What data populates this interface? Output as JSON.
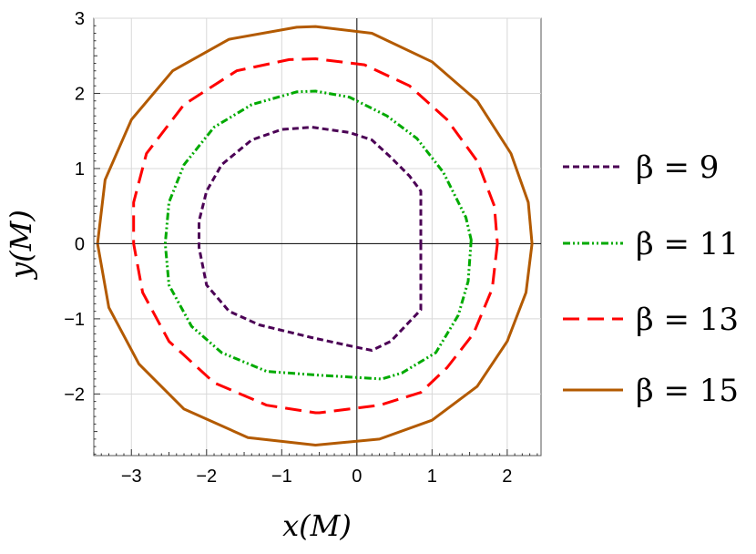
{
  "chart_data": {
    "type": "line",
    "title": "",
    "xlabel": "x(M)",
    "ylabel": "y(M)",
    "xlim": [
      -3.5,
      2.45
    ],
    "ylim": [
      -2.82,
      3.0
    ],
    "xticks": [
      "−3",
      "−2",
      "−1",
      "0",
      "1",
      "2"
    ],
    "yticks": [
      "−2",
      "−1",
      "0",
      "1",
      "2",
      "3"
    ],
    "grid": true,
    "legend_placement": "right",
    "series": [
      {
        "name": "β = 9",
        "color": "#4b0055",
        "dash": "dashed-short",
        "x": [
          0.85,
          0.85,
          0.85,
          0.45,
          0.2,
          0.0,
          -0.6,
          -1.3,
          -1.7,
          -2.0,
          -2.1,
          -2.1,
          -2.0,
          -1.8,
          -1.4,
          -1.0,
          -0.6,
          -0.1,
          0.2,
          0.45,
          0.7,
          0.85,
          0.85
        ],
        "y": [
          0.0,
          -0.55,
          -0.88,
          -1.3,
          -1.42,
          -1.38,
          -1.25,
          -1.08,
          -0.9,
          -0.55,
          -0.05,
          0.3,
          0.7,
          1.05,
          1.38,
          1.52,
          1.55,
          1.48,
          1.38,
          1.15,
          0.9,
          0.7,
          0.0
        ]
      },
      {
        "name": "β = 11",
        "color": "#00aa00",
        "dash": "dash-dot-dot",
        "x": [
          1.52,
          1.48,
          1.35,
          1.05,
          0.6,
          0.33,
          -0.5,
          -1.2,
          -1.8,
          -2.2,
          -2.5,
          -2.55,
          -2.5,
          -2.3,
          -1.9,
          -1.4,
          -0.8,
          -0.55,
          -0.1,
          0.4,
          0.8,
          1.15,
          1.45,
          1.52
        ],
        "y": [
          0.05,
          -0.5,
          -0.95,
          -1.45,
          -1.72,
          -1.8,
          -1.75,
          -1.7,
          -1.45,
          -1.1,
          -0.55,
          0.0,
          0.55,
          1.05,
          1.55,
          1.85,
          2.02,
          2.03,
          1.95,
          1.7,
          1.4,
          0.95,
          0.35,
          0.05
        ]
      },
      {
        "name": "β = 13",
        "color": "#ff0000",
        "dash": "dashed-long",
        "x": [
          1.87,
          1.8,
          1.55,
          1.2,
          0.85,
          0.3,
          -0.5,
          -0.55,
          -1.2,
          -1.9,
          -2.5,
          -2.85,
          -2.97,
          -2.97,
          -2.8,
          -2.3,
          -1.6,
          -0.9,
          -0.55,
          0.1,
          0.7,
          1.2,
          1.6,
          1.83,
          1.87
        ],
        "y": [
          0.0,
          -0.6,
          -1.2,
          -1.65,
          -1.98,
          -2.15,
          -2.25,
          -2.25,
          -2.15,
          -1.85,
          -1.3,
          -0.65,
          0.0,
          0.55,
          1.2,
          1.85,
          2.3,
          2.45,
          2.46,
          2.38,
          2.1,
          1.65,
          1.1,
          0.5,
          0.0
        ]
      },
      {
        "name": "β = 15",
        "color": "#b35a00",
        "dash": "solid",
        "x": [
          2.33,
          2.25,
          2.0,
          1.6,
          1.0,
          0.3,
          -0.55,
          -1.45,
          -2.3,
          -2.9,
          -3.3,
          -3.45,
          -3.35,
          -3.0,
          -2.45,
          -1.7,
          -0.8,
          -0.55,
          0.2,
          1.0,
          1.6,
          2.05,
          2.28,
          2.33
        ],
        "y": [
          0.0,
          -0.65,
          -1.3,
          -1.9,
          -2.35,
          -2.6,
          -2.68,
          -2.58,
          -2.2,
          -1.6,
          -0.85,
          0.0,
          0.85,
          1.65,
          2.3,
          2.72,
          2.88,
          2.89,
          2.8,
          2.42,
          1.9,
          1.2,
          0.55,
          0.0
        ]
      }
    ]
  }
}
